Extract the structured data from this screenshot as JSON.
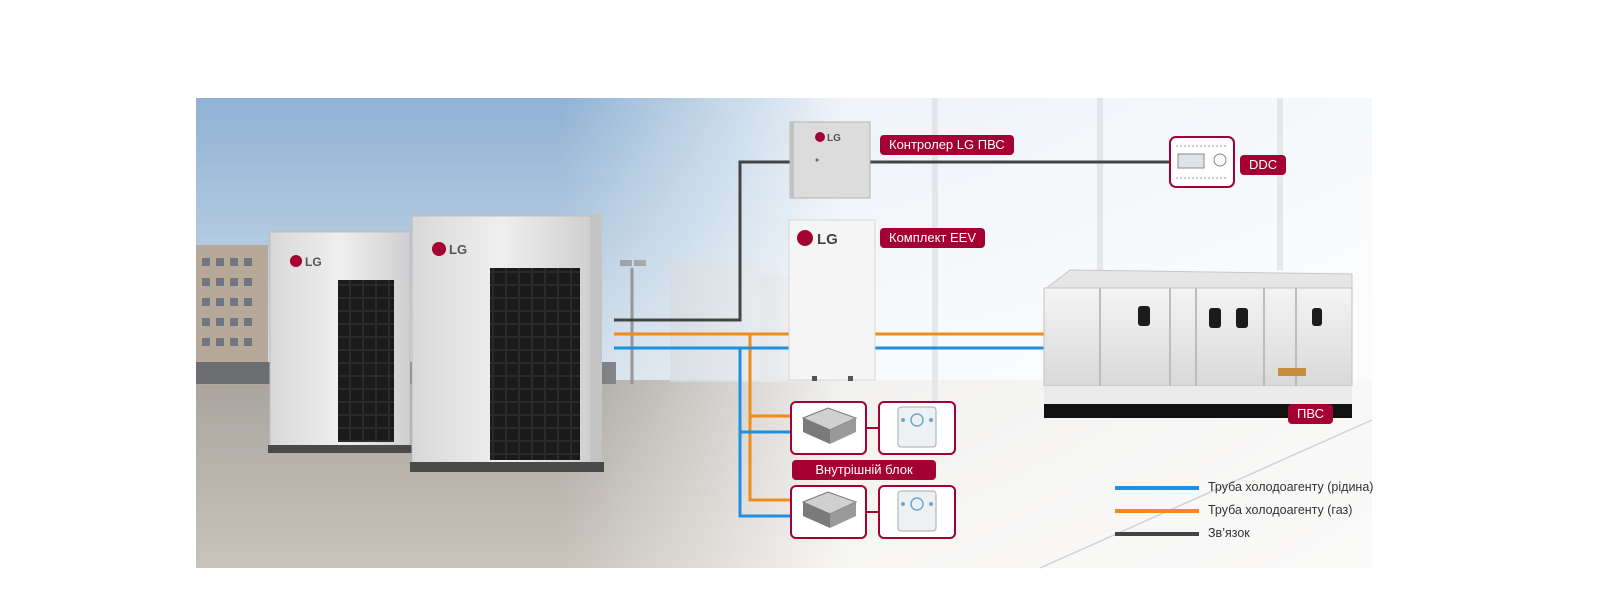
{
  "labels": {
    "controller": "Контролер LG ПВС",
    "ddc": "DDC",
    "eev_kit": "Комплект EEV",
    "ahu": "ПВС",
    "indoor_unit": "Внутрішній блок"
  },
  "legend": [
    {
      "label": "Труба холодоагенту (рідина)",
      "color": "#1e90e0"
    },
    {
      "label": "Труба холодоагенту (газ)",
      "color": "#f08c1a"
    },
    {
      "label": "Зв’язок",
      "color": "#444444"
    }
  ],
  "brand": {
    "logo_text": "LG",
    "accent": "#a50034"
  },
  "colors": {
    "liquid_pipe": "#1e90e0",
    "gas_pipe": "#f08c1a",
    "communication": "#444444"
  }
}
